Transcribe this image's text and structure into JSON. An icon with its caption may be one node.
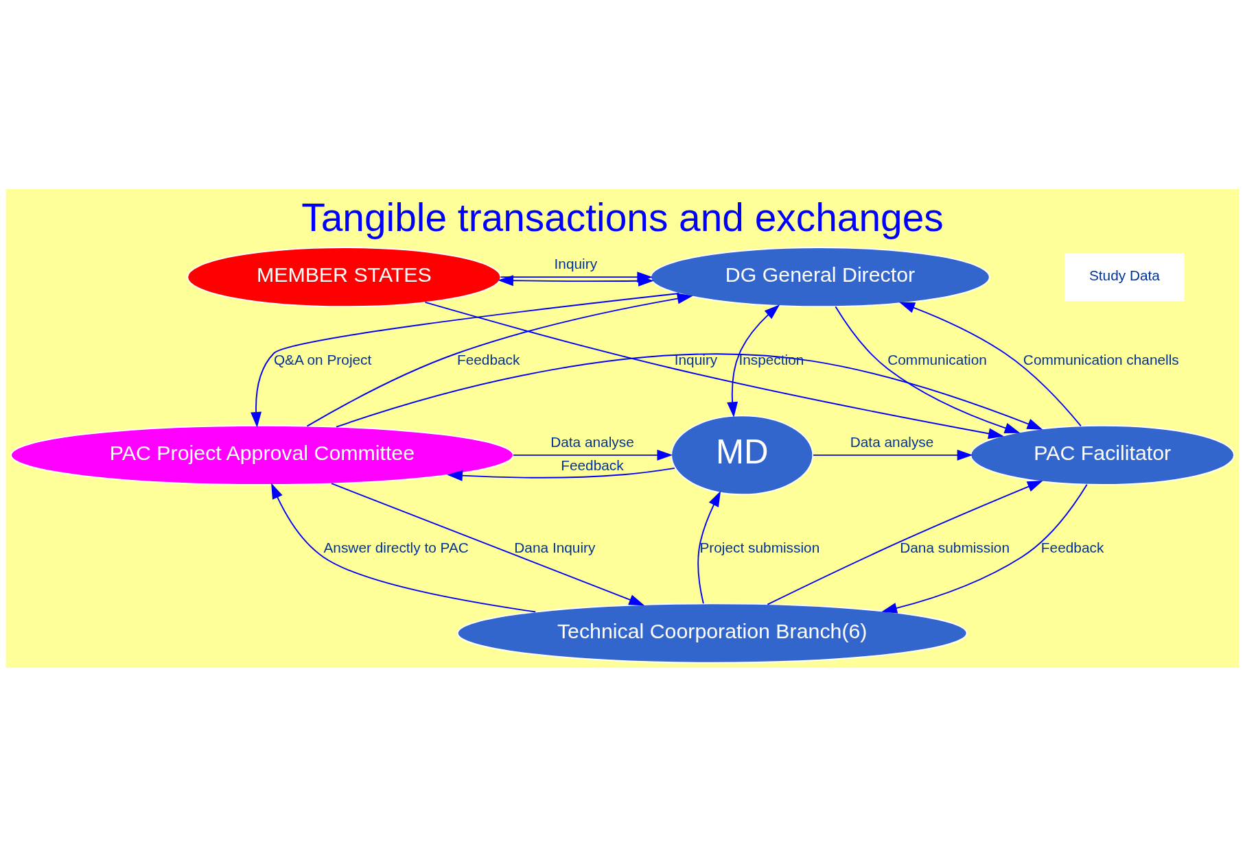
{
  "diagram": {
    "title": "Tangible transactions and exchanges",
    "nodes": [
      {
        "text": [
          "MEMBER STATES"
        ]
      },
      {
        "text": [
          "DG General Director"
        ]
      },
      {
        "text": [
          "PAC Project Approval Committee"
        ]
      },
      {
        "text": [
          "MD"
        ]
      },
      {
        "text": [
          "PAC Facilitator"
        ]
      },
      {
        "text": [
          "Technical Coorporation Branch(6)"
        ]
      }
    ],
    "edges": [
      {
        "from": 0,
        "to": 1,
        "label": "Inquiry",
        "arrow": "to"
      },
      {
        "from": 0,
        "to": 1,
        "arrow": "both"
      },
      {
        "from": 0,
        "to": 4,
        "label": "Inquiry",
        "arrow": "to"
      },
      {
        "from": 4,
        "to": 1,
        "label": "Communication chanells",
        "arrow": "to"
      },
      {
        "from": 1,
        "to": 4,
        "label": "Communication",
        "arrow": "to"
      },
      {
        "from": 3,
        "to": 1,
        "label": "Inspection",
        "arrow": "both"
      },
      {
        "from": 1,
        "to": 2,
        "label": "Q&A on Project",
        "arrow": "to"
      },
      {
        "from": 2,
        "to": 1,
        "label": "Feedback",
        "arrow": "to"
      },
      {
        "from": 2,
        "to": 3,
        "label": "Data analyse",
        "arrow": "to"
      },
      {
        "from": 3,
        "to": 2,
        "label": "Feedback",
        "arrow": "to"
      },
      {
        "from": 3,
        "to": 4,
        "label": "Data analyse",
        "arrow": "to"
      },
      {
        "from": 2,
        "to": 4,
        "arrow": "to"
      },
      {
        "from": 5,
        "to": 3,
        "label": "Project submission",
        "arrow": "to"
      },
      {
        "from": 2,
        "to": 5,
        "label": "Dana Inquiry",
        "arrow": "to"
      },
      {
        "from": 5,
        "to": 4,
        "label": "Dana submission",
        "arrow": "to"
      },
      {
        "from": 4,
        "to": 5,
        "label": "Feedback",
        "arrow": "to"
      },
      {
        "from": 5,
        "to": 2,
        "label": "Answer directly to PAC",
        "arrow": "to"
      }
    ],
    "labels": [
      "Study Data"
    ]
  }
}
